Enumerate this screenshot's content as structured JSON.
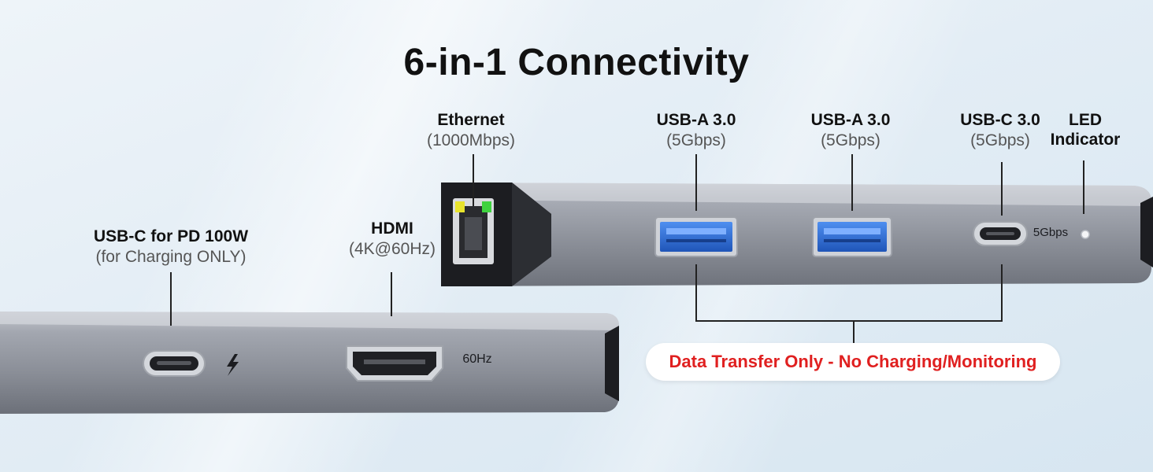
{
  "title": "6-in-1 Connectivity",
  "ports": {
    "ethernet": {
      "name": "Ethernet",
      "spec": "(1000Mbps)"
    },
    "usb_a_1": {
      "name": "USB-A 3.0",
      "spec": "(5Gbps)"
    },
    "usb_a_2": {
      "name": "USB-A 3.0",
      "spec": "(5Gbps)"
    },
    "usb_c_data": {
      "name": "USB-C 3.0",
      "spec": "(5Gbps)"
    },
    "led": {
      "name": "LED",
      "spec": "Indicator"
    },
    "usb_c_pd": {
      "name": "USB-C for PD 100W",
      "spec": "(for Charging ONLY)"
    },
    "hdmi": {
      "name": "HDMI",
      "spec": "(4K@60Hz)"
    }
  },
  "device_text": {
    "usb_c_speed": "5Gbps",
    "hdmi_rate": "60Hz"
  },
  "note": "Data Transfer Only - No Charging/Monitoring",
  "colors": {
    "accent_red": "#e02020",
    "usb_blue": "#2f6fd8",
    "hub_gray": "#8f939c"
  }
}
